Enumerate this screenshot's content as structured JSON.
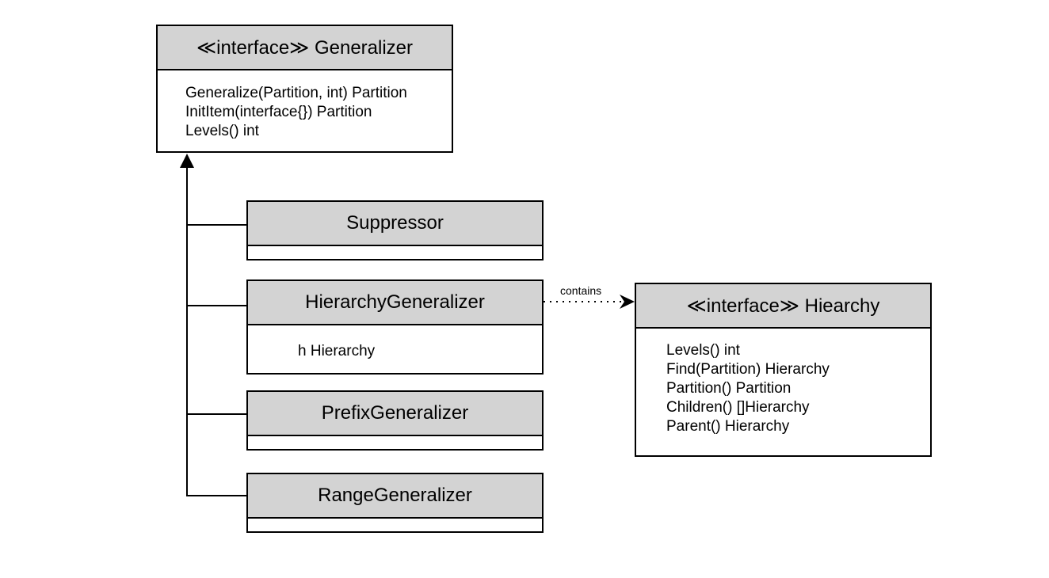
{
  "generalizer": {
    "title": "≪interface≫ Generalizer",
    "members": [
      "Generalize(Partition, int) Partition",
      "InitItem(interface{}) Partition",
      "Levels() int"
    ]
  },
  "suppressor": {
    "title": "Suppressor"
  },
  "hierarchy_generalizer": {
    "title": "HierarchyGeneralizer",
    "members": [
      "h Hierarchy"
    ]
  },
  "prefix_generalizer": {
    "title": "PrefixGeneralizer"
  },
  "range_generalizer": {
    "title": "RangeGeneralizer"
  },
  "hierarchy": {
    "title": "≪interface≫ Hiearchy",
    "members": [
      "Levels() int",
      "Find(Partition) Hierarchy",
      "Partition() Partition",
      "Children() []Hierarchy",
      "Parent() Hierarchy"
    ]
  },
  "edges": {
    "contains_label": "contains"
  }
}
